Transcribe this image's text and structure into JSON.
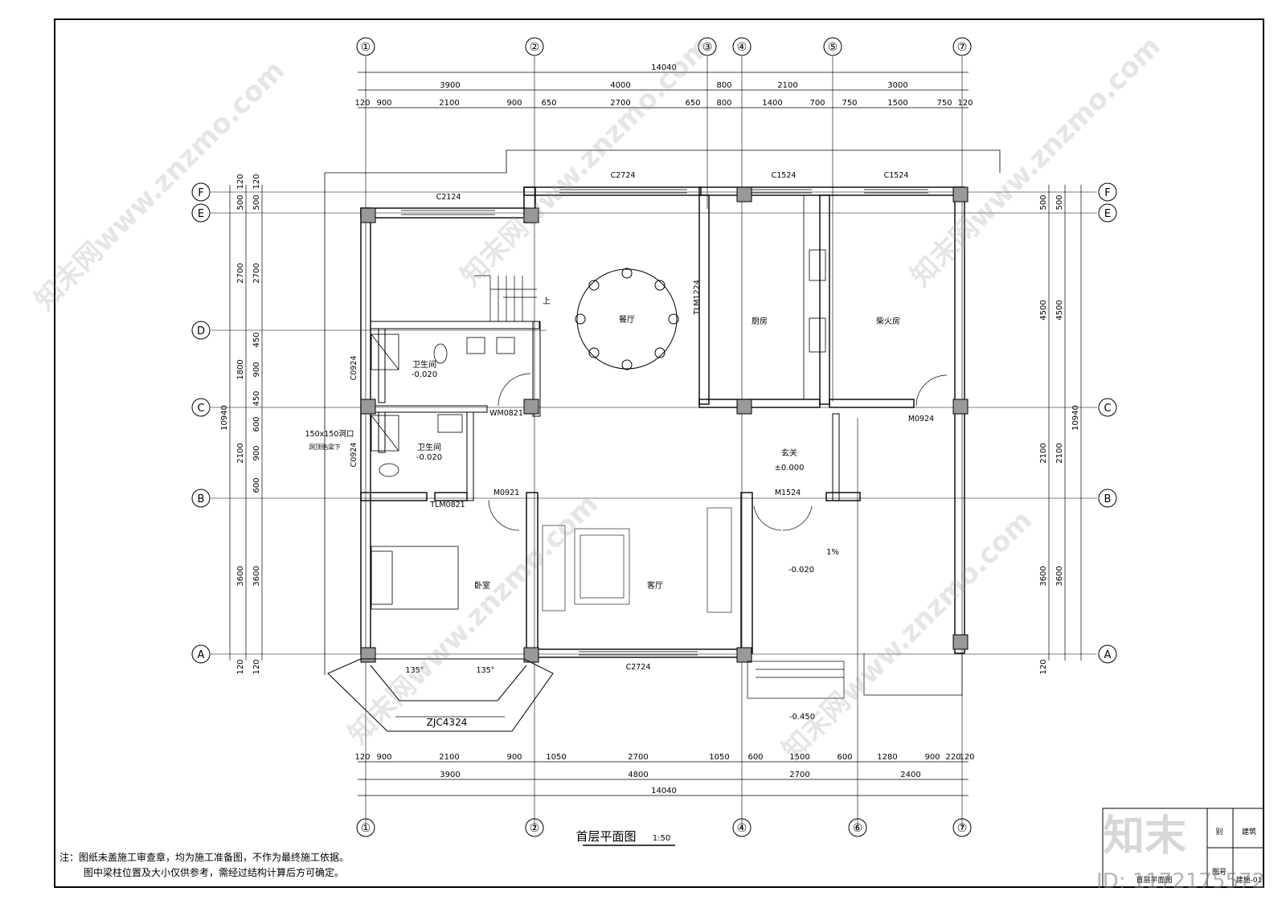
{
  "drawing": {
    "title": "首层平面图",
    "scale": "1:50",
    "notes": [
      "注：图纸未盖施工审查章，均为施工准备图，不作为最终施工依据。",
      "图中梁柱位置及大小仅供参考，需经过结构计算后方可确定。"
    ]
  },
  "axes": {
    "top": [
      "①",
      "②",
      "③",
      "④",
      "⑤",
      "⑦"
    ],
    "bottom": [
      "①",
      "②",
      "④",
      "⑥",
      "⑦"
    ],
    "rows": [
      "F",
      "E",
      "D",
      "C",
      "B",
      "A"
    ]
  },
  "dims": {
    "top_total": "14040",
    "top_mid": [
      "3900",
      "4000",
      "800",
      "2100",
      "3000"
    ],
    "top_detail": [
      "120",
      "900",
      "2100",
      "900",
      "650",
      "2700",
      "650",
      "800",
      "1400",
      "700",
      "750",
      "1500",
      "750",
      "120"
    ],
    "bottom_detail": [
      "120",
      "900",
      "2100",
      "900",
      "1050",
      "2700",
      "1050",
      "600",
      "1500",
      "600",
      "1280",
      "900",
      "220",
      "120"
    ],
    "bottom_mid": [
      "3900",
      "4800",
      "2700",
      "2400"
    ],
    "bottom_total": "14040",
    "left_total": "10940",
    "left_a": [
      "120",
      "500",
      "2700",
      "1800",
      "2100",
      "3600",
      "120"
    ],
    "left_b": [
      "120",
      "500",
      "2700",
      "450",
      "900",
      "450",
      "600",
      "900",
      "600",
      "3600",
      "120"
    ],
    "right_total": "10940",
    "right_a": [
      "500",
      "4500",
      "2100",
      "3600",
      "120"
    ],
    "right_b": [
      "500",
      "4500",
      "2100",
      "3600"
    ]
  },
  "rooms": {
    "dining": "餐厅",
    "kitchen": "厨房",
    "firewood": "柴火房",
    "bath1": "卫生间",
    "bath1_level": "-0.020",
    "bath2": "卫生间",
    "bath2_level": "-0.020",
    "foyer": "玄关",
    "foyer_level": "±0.000",
    "bedroom": "卧室",
    "living": "客厅",
    "porch_level": "-0.020",
    "ext_level": "-0.450",
    "stair_up": "上",
    "slope": "1%"
  },
  "openings": {
    "w1": "C2124",
    "w2": "C2724",
    "w3": "C1524",
    "w4": "C1524",
    "w5": "C2724",
    "w6": "ZJC4324",
    "d1": "TLM1224",
    "d2": "WM0821",
    "d3": "M0921",
    "d4": "TLM0821",
    "d5": "M1524",
    "d6": "M0924",
    "c1": "C0924",
    "c2": "C0924",
    "hole": "150x150洞口",
    "hole2": "洞顶贴梁下",
    "ang1": "135°",
    "ang2": "135°"
  },
  "title_block": {
    "name": "首层平面图",
    "field1": "建筑",
    "field2": "图号",
    "field3": "建施-01",
    "field4": "别"
  },
  "watermark": {
    "site": "知末网www.znzmo.com",
    "logo": "知末",
    "id": "ID: 1172175572"
  }
}
